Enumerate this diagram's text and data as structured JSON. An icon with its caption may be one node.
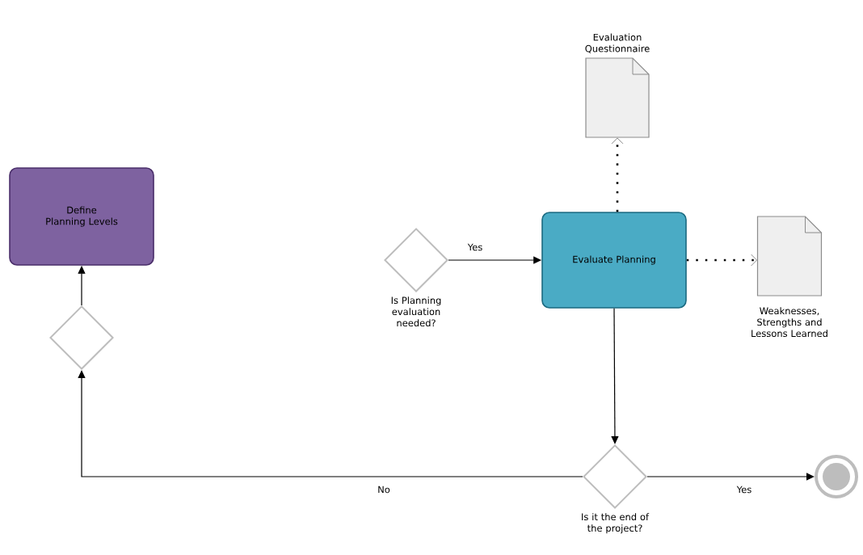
{
  "diagram": {
    "nodes": [
      {
        "text": [
          "Define Planning Levels"
        ]
      },
      {
        "text": [],
        "shape": "diamond"
      },
      {
        "text": [
          "Is Planning evaluation needed?"
        ]
      },
      {
        "text": [
          "Evaluate Planning"
        ]
      },
      {
        "text": [
          "Evaluation Questionnaire"
        ]
      },
      {
        "text": [
          "Weaknesses, Strengths and Lessons Learned"
        ]
      },
      {
        "text": [
          "Is it the end of the project?"
        ]
      },
      {
        "text": [],
        "shape": "circle"
      }
    ],
    "edges": [
      {
        "from": 2,
        "to": 3,
        "arrow": "to",
        "label": "Yes"
      },
      {
        "from": 3,
        "to": 4,
        "arrow": "to",
        "style": "dashed"
      },
      {
        "from": 3,
        "to": 5,
        "arrow": "to",
        "style": "dashed"
      },
      {
        "from": 3,
        "to": 6,
        "arrow": "to"
      },
      {
        "from": 6,
        "to": 7,
        "arrow": "to",
        "label": "Yes"
      },
      {
        "from": 6,
        "to": 1,
        "arrow": "to",
        "label": "No"
      },
      {
        "from": 1,
        "to": 0,
        "arrow": "to"
      }
    ]
  }
}
